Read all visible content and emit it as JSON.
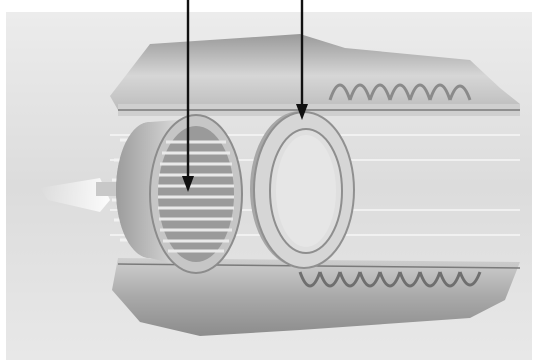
{
  "figure": {
    "labels": [],
    "colors": {
      "background": "#ffffff",
      "panel": "#e4e4e4",
      "metal_dark": "#8f8f8f",
      "metal_mid": "#b9b9b9",
      "metal_light": "#dedede",
      "arrow": "#111111"
    },
    "parts": [
      "cylinder-body",
      "slotted-strainer-ring",
      "plain-ring",
      "thread",
      "nozzle-jet"
    ],
    "arrows": [
      {
        "points_to": "slotted-strainer-ring"
      },
      {
        "points_to": "plain-ring"
      }
    ]
  }
}
